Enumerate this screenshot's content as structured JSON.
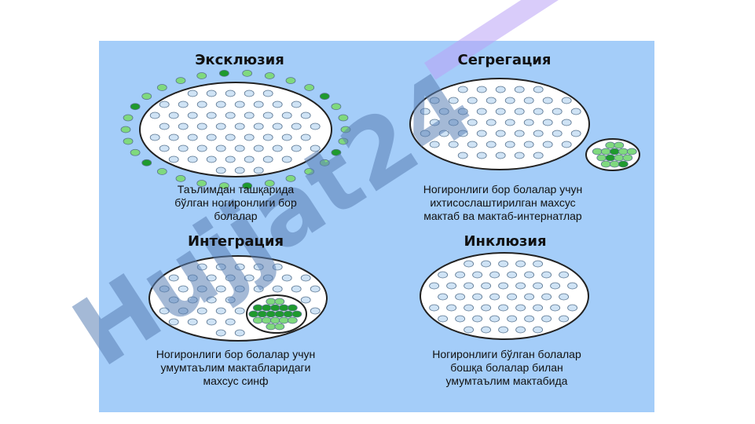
{
  "panel_color": "#a4cdf9",
  "dot_colors": {
    "blue": "#cfe3f5",
    "green_dark": "#1f9a2e",
    "green_light": "#7fd97e",
    "outline": "#5a7590"
  },
  "watermark": {
    "text": "Hujjat24",
    "color": "#5a7fb5"
  },
  "sections": [
    {
      "title": "Эксклюзия",
      "caption": [
        "Таълимдан ташқарида",
        "бўлган ногиронлиги бор",
        "болалар"
      ]
    },
    {
      "title": "Сегрегация",
      "caption": [
        "Ногиронлиги бор болалар учун",
        "ихтисослаштирилган махсус",
        "мактаб ва мактаб-интернатлар"
      ]
    },
    {
      "title": "Интеграция",
      "caption": [
        "Ногиронлиги бор болалар учун",
        "умумтаълим мактабларидаги",
        "махсус синф"
      ]
    },
    {
      "title": "Инклюзия",
      "caption": [
        "Ногиронлиги бўлган болалар",
        "бошқа болалар билан",
        "умумтаълим мактабида"
      ]
    }
  ]
}
